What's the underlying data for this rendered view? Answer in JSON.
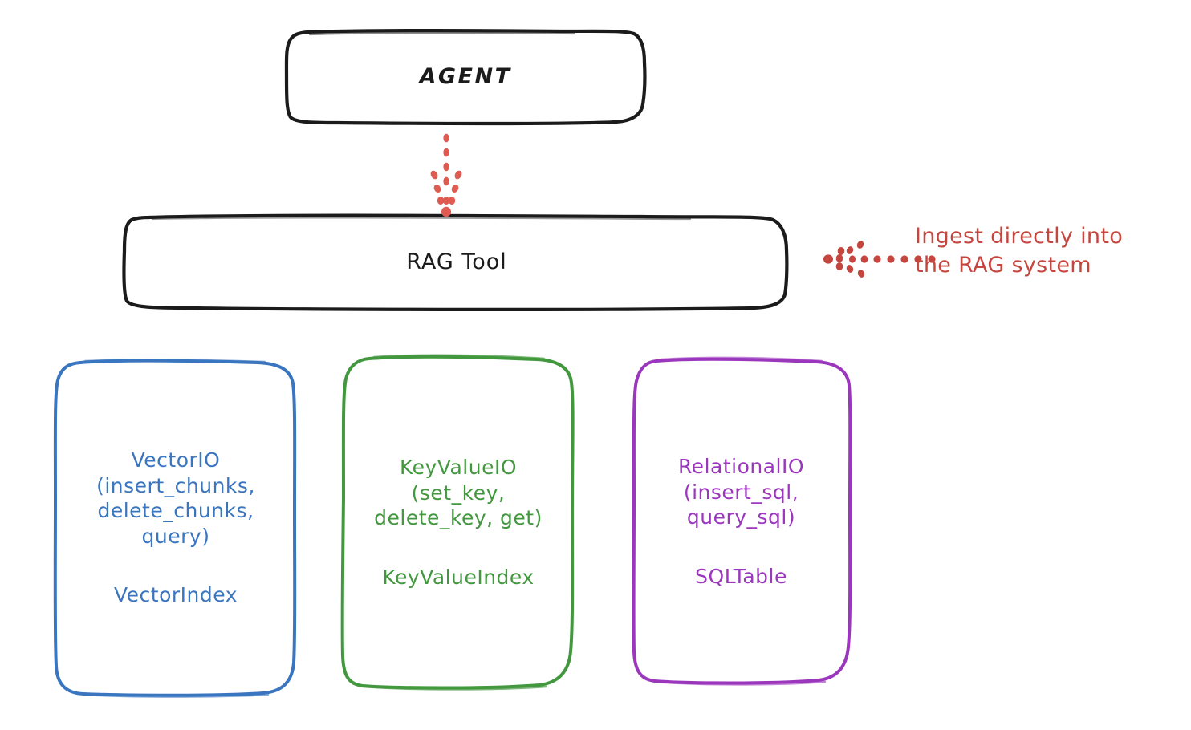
{
  "diagram": {
    "title": "RAG Tool architecture",
    "background": "#ffffff",
    "nodes": {
      "agent": {
        "label": "AGENT",
        "color": "#1b1b1b"
      },
      "rag_tool": {
        "label": "RAG Tool",
        "color": "#1b1b1b"
      },
      "vector": {
        "api": "VectorIO\n(insert_chunks,\ndelete_chunks,\nquery)",
        "index": "VectorIndex",
        "color": "#3a76c0"
      },
      "keyvalue": {
        "api": "KeyValueIO\n(set_key,\ndelete_key, get)",
        "index": "KeyValueIndex",
        "color": "#43983f"
      },
      "relational": {
        "api": "RelationalIO\n(insert_sql,\nquery_sql)",
        "index": "SQLTable",
        "color": "#9b37bd"
      }
    },
    "annotations": {
      "ingest": {
        "text": "Ingest directly into\nthe RAG system",
        "color": "#c4463f"
      }
    },
    "connectors": [
      {
        "name": "agent-to-rag-tool",
        "style": "dotted-arrow",
        "direction": "down",
        "color": "#df5a50"
      },
      {
        "name": "ingest-to-rag-tool",
        "style": "dotted-arrow",
        "direction": "left",
        "color": "#c4463f"
      }
    ]
  }
}
